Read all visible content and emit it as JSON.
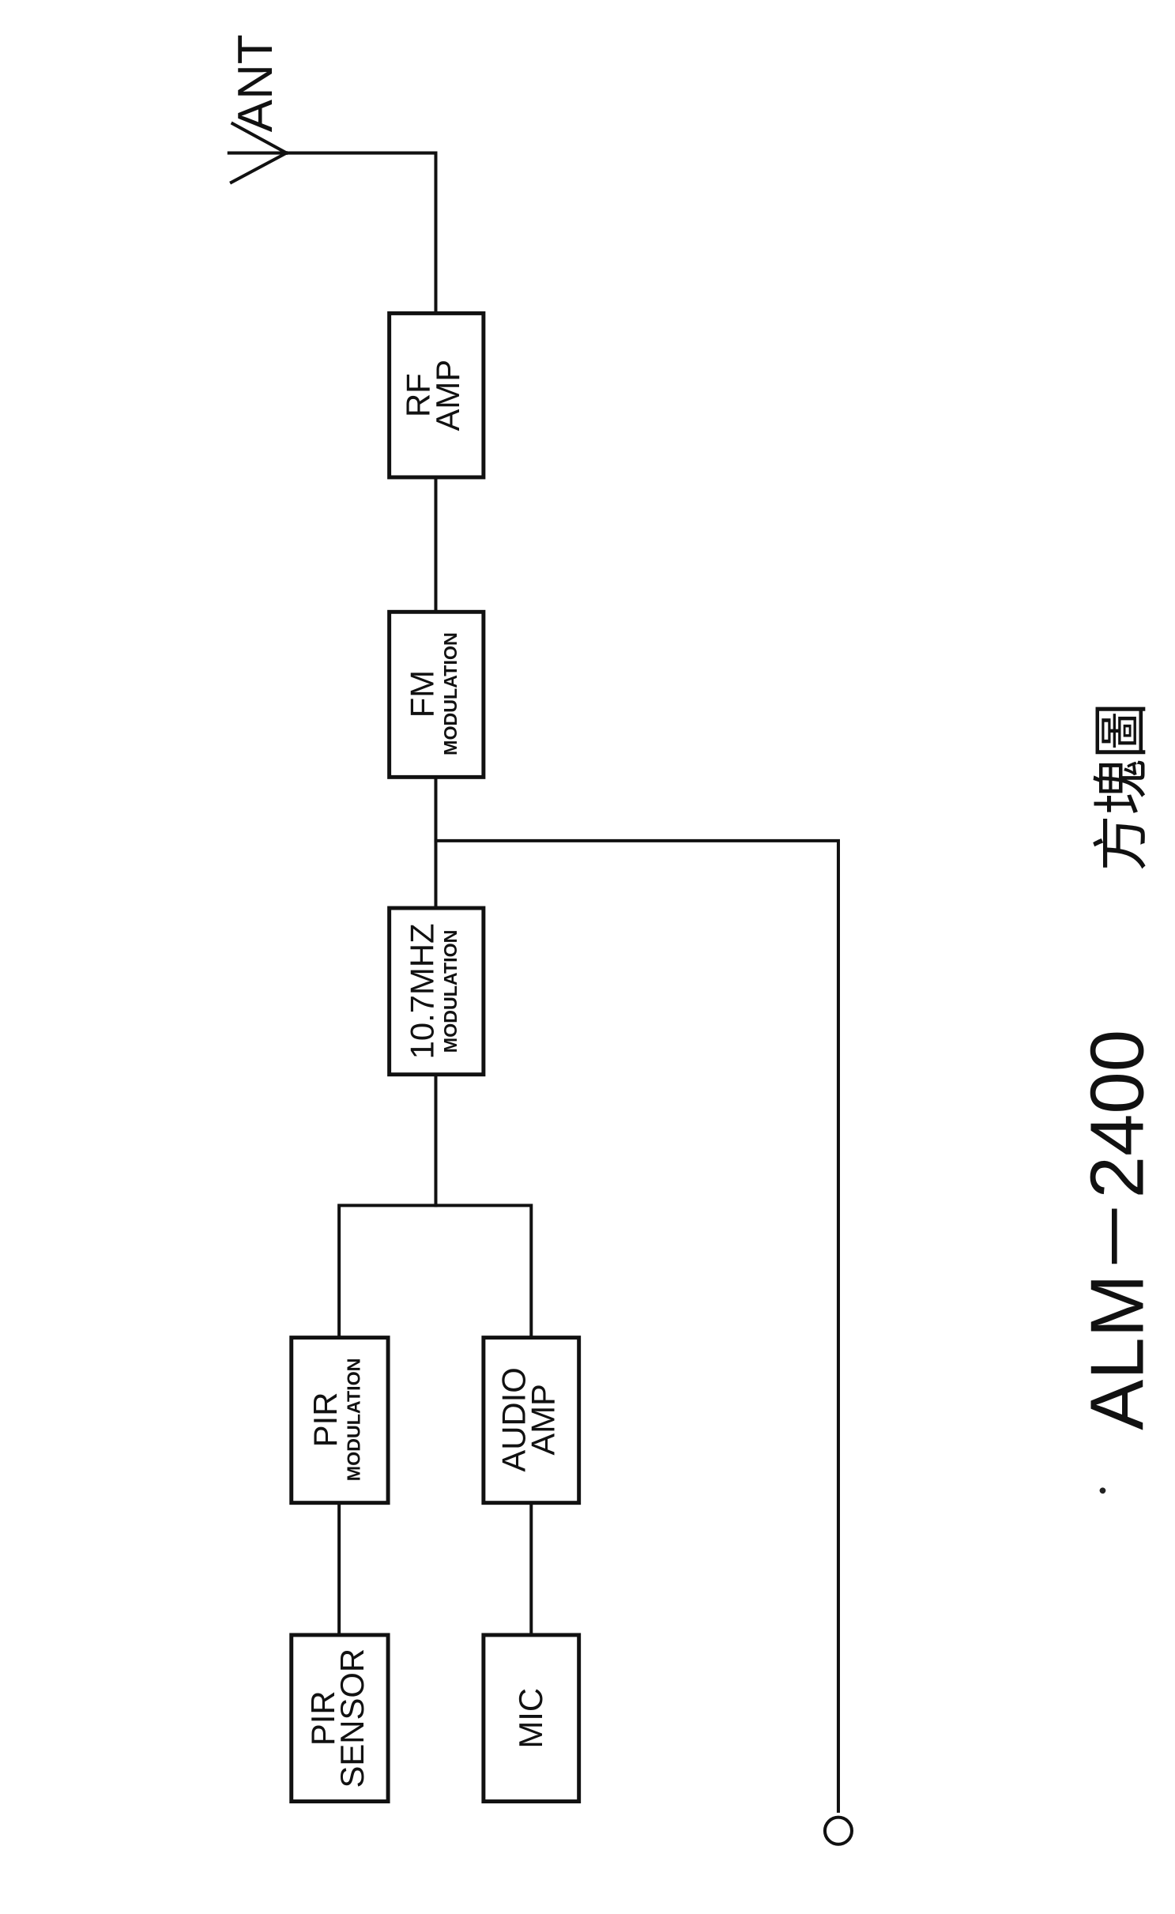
{
  "antenna": {
    "label": "ANT"
  },
  "blocks": {
    "rf_amp": {
      "line1": "RF",
      "line2": "AMP"
    },
    "fm_mod": {
      "line1": "FM",
      "line2": "MODULATION"
    },
    "if_mod": {
      "line1": "10.7MHZ",
      "line2": "MODULATION"
    },
    "pir_mod": {
      "line1": "PIR",
      "line2": "MODULATION"
    },
    "audio_amp": {
      "line1": "AUDIO",
      "line2": "AMP"
    },
    "pir_sensor": {
      "line1": "PIR",
      "line2": "SENSOR"
    },
    "mic": {
      "line1": "MIC"
    }
  },
  "title": {
    "model": "ALM－2400",
    "caption": "方塊圖"
  }
}
